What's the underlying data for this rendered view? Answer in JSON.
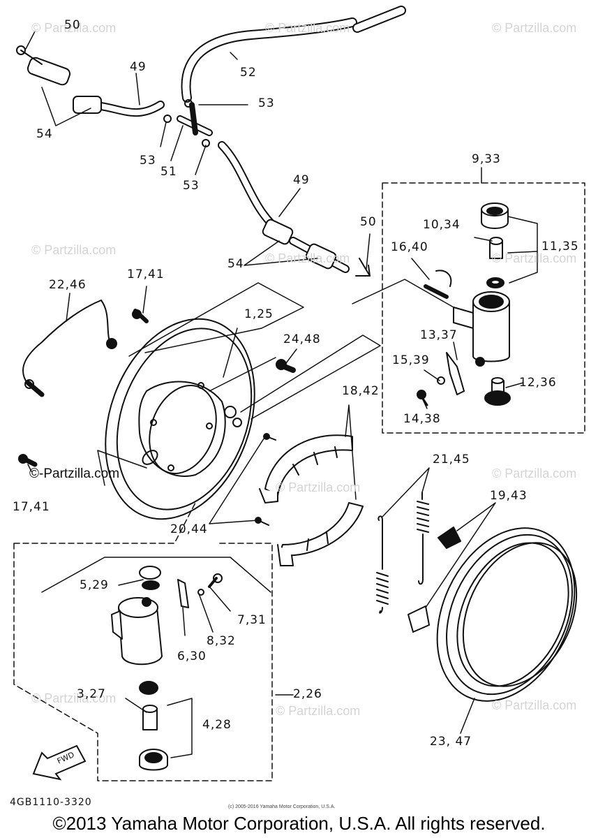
{
  "diagram": {
    "part_code": "4GB1110-3320",
    "small_copyright": "(c) 2005-2016 Yamaha Motor Corporation, U.S.A.",
    "footer_copyright": "©2013 Yamaha Motor Corporation, U.S.A. All rights reserved.",
    "fwd_label": "FWD",
    "watermark_text": "© Partzilla.com",
    "watermark_prominent": "©-Partzilla.com",
    "callouts": [
      {
        "id": "c50a",
        "text": "50"
      },
      {
        "id": "c49a",
        "text": "49"
      },
      {
        "id": "c52",
        "text": "52"
      },
      {
        "id": "c53a",
        "text": "53"
      },
      {
        "id": "c54a",
        "text": "54"
      },
      {
        "id": "c53b",
        "text": "53"
      },
      {
        "id": "c51",
        "text": "51"
      },
      {
        "id": "c53c",
        "text": "53"
      },
      {
        "id": "c49b",
        "text": "49"
      },
      {
        "id": "c933",
        "text": "9,33"
      },
      {
        "id": "c50b",
        "text": "50"
      },
      {
        "id": "c1034",
        "text": "10,34"
      },
      {
        "id": "c1135",
        "text": "11,35"
      },
      {
        "id": "c1640",
        "text": "16,40"
      },
      {
        "id": "c54b",
        "text": "54"
      },
      {
        "id": "c2246",
        "text": "22,46"
      },
      {
        "id": "c1741a",
        "text": "17,41"
      },
      {
        "id": "c125",
        "text": "1,25"
      },
      {
        "id": "c2448",
        "text": "24,48"
      },
      {
        "id": "c1337",
        "text": "13,37"
      },
      {
        "id": "c1539",
        "text": "15,39"
      },
      {
        "id": "c1236",
        "text": "12,36"
      },
      {
        "id": "c1838",
        "text": "14,38"
      },
      {
        "id": "c1842",
        "text": "18,42"
      },
      {
        "id": "c2145",
        "text": "21,45"
      },
      {
        "id": "c1943",
        "text": "19,43"
      },
      {
        "id": "c1741b",
        "text": "17,41"
      },
      {
        "id": "c2044",
        "text": "20,44"
      },
      {
        "id": "c529",
        "text": "5,29"
      },
      {
        "id": "c731",
        "text": "7,31"
      },
      {
        "id": "c832",
        "text": "8,32"
      },
      {
        "id": "c630",
        "text": "6,30"
      },
      {
        "id": "c327",
        "text": "3,27"
      },
      {
        "id": "c226",
        "text": "2,26"
      },
      {
        "id": "c428",
        "text": "4,28"
      },
      {
        "id": "c2347",
        "text": "23, 47"
      }
    ]
  }
}
